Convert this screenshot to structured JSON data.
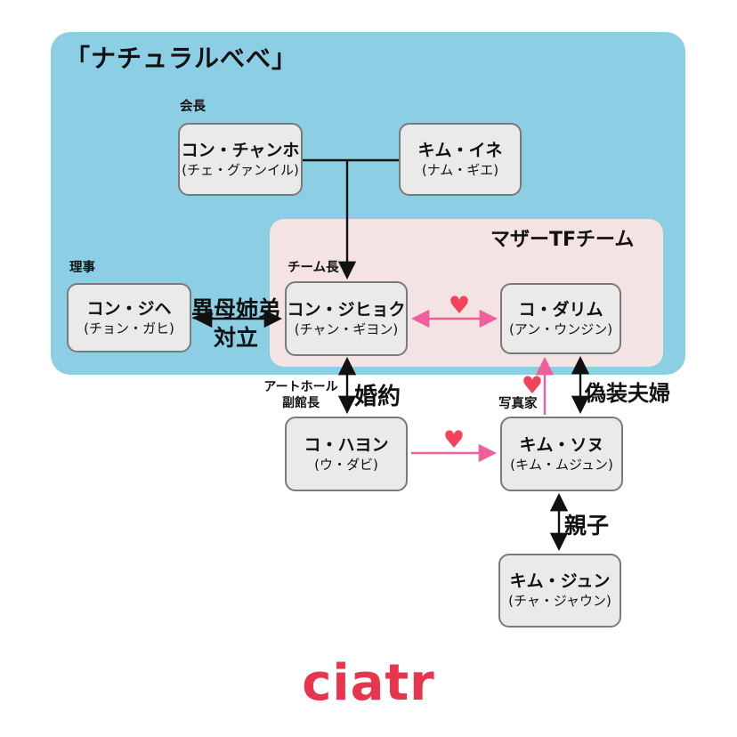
{
  "title": "「ナチュラルべべ」",
  "team_label": "マザーTFチーム",
  "nodes": [
    {
      "role": "会長",
      "name": "コン・チャンホ",
      "actor": "(チェ・グァンイル)"
    },
    {
      "name": "キム・イネ",
      "actor": "(ナム・ギエ)"
    },
    {
      "role": "理事",
      "name": "コン・ジヘ",
      "actor": "(チョン・ガヒ)"
    },
    {
      "role": "チーム長",
      "name": "コン・ジヒョク",
      "actor": "(チャン・ギヨン)"
    },
    {
      "name": "コ・ダリム",
      "actor": "(アン・ウンジン)"
    },
    {
      "role_line1": "アートホール",
      "role_line2": "副館長",
      "name": "コ・ハヨン",
      "actor": "(ウ・ダビ)"
    },
    {
      "role": "写真家",
      "name": "キム・ソヌ",
      "actor": "(キム・ムジュン)"
    },
    {
      "name": "キム・ジュン",
      "actor": "(チャ・ジャウン)"
    }
  ],
  "relations": {
    "half_sibling": "異母姉弟",
    "conflict": "対立",
    "engagement": "婚約",
    "fake_marriage": "偽装夫婦",
    "parent_child": "親子"
  },
  "icons": {
    "heart": "♥"
  },
  "logo": "ciatr",
  "colors": {
    "outer_group_bg": "#8ccfe5",
    "inner_group_bg": "#f4e3e3",
    "node_bg": "#eaeaea",
    "node_border": "#7a7a7a",
    "love_arrow": "#ee5f9b",
    "heart": "#f4415c",
    "line": "#111111",
    "logo": "#e8354e"
  }
}
